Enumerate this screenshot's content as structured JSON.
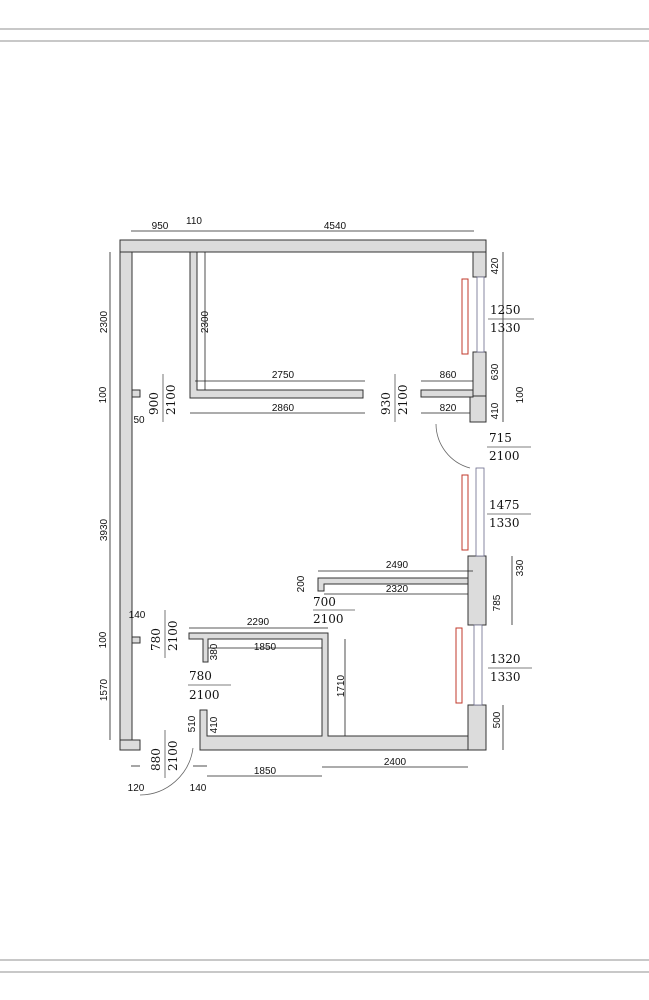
{
  "plan": {
    "dims": {
      "top_950": "950",
      "top_110": "110",
      "top_4540": "4540",
      "left_2300": "2300",
      "inner_2300": "2300",
      "d2750": "2750",
      "d2860": "2860",
      "d860": "860",
      "d820": "820",
      "left_100a": "100",
      "d50": "50",
      "r420": "420",
      "r630": "630",
      "r100": "100",
      "r410": "410",
      "r330": "330",
      "r785": "785",
      "r500": "500",
      "d2490": "2490",
      "d200": "200",
      "d2320": "2320",
      "left_3930": "3930",
      "d140a": "140",
      "left_100b": "100",
      "d2290": "2290",
      "d1850a": "1850",
      "d380": "380",
      "d1710": "1710",
      "left_1570": "1570",
      "d510": "510",
      "d410": "410",
      "d1850b": "1850",
      "d2400": "2400",
      "d120": "120",
      "d140b": "140"
    },
    "openings": {
      "door_900": [
        "900",
        "2100"
      ],
      "door_930": [
        "930",
        "2100"
      ],
      "win_1250": [
        "1250",
        "1330"
      ],
      "door_715": [
        "715",
        "2100"
      ],
      "win_1475": [
        "1475",
        "1330"
      ],
      "door_700": [
        "700",
        "2100"
      ],
      "door_780a": [
        "780",
        "2100"
      ],
      "win_1320": [
        "1320",
        "1330"
      ],
      "door_780b": [
        "780",
        "2100"
      ],
      "door_880": [
        "880",
        "2100"
      ]
    },
    "colors": {
      "wall": "#dcdcdc",
      "radiator": "#c0392b"
    }
  }
}
